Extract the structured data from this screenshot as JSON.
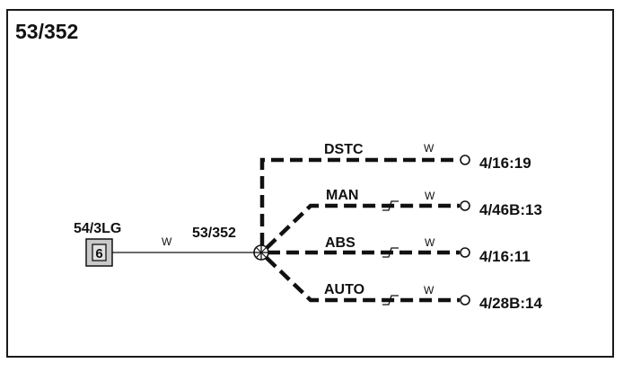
{
  "diagram": {
    "title": "53/352",
    "source": {
      "label": "54/3LG",
      "pin": "6",
      "wire_color": "W"
    },
    "splice": {
      "label": "53/352"
    },
    "branches": [
      {
        "circuit": "DSTC",
        "wire_color": "W",
        "terminal": "4/16:19",
        "has_symbol": false
      },
      {
        "circuit": "MAN",
        "wire_color": "W",
        "terminal": "4/46B:13",
        "has_symbol": true
      },
      {
        "circuit": "ABS",
        "wire_color": "W",
        "terminal": "4/16:11",
        "has_symbol": true
      },
      {
        "circuit": "AUTO",
        "wire_color": "W",
        "terminal": "4/28B:14",
        "has_symbol": true
      }
    ]
  }
}
